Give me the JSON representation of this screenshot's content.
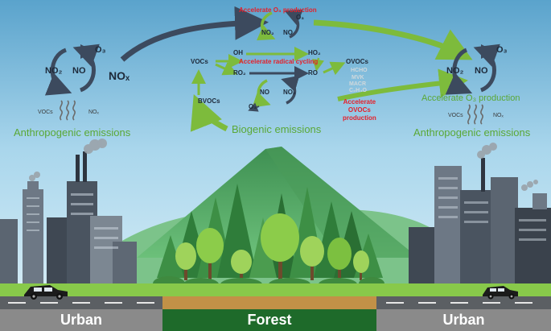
{
  "labels": {
    "accelerate_o3_production_top": "Accelerate O₃ production",
    "accelerate_radical_cycling": "Accelerate radical cycling",
    "accelerate_ovocs_production_1": "Accelerate",
    "accelerate_ovocs_production_2": "OVOCs",
    "accelerate_ovocs_production_3": "production",
    "accelerate_o3_production_right": "Accelerate O₃ production",
    "biogenic_emissions": "Biogenic emissions",
    "anthropogenic_emissions_left": "Anthropogenic emissions",
    "anthropogenic_emissions_right": "Anthropogenic emissions"
  },
  "species": {
    "o3": "O₃",
    "no2": "NO₂",
    "no": "NO",
    "nox": "NOₓ",
    "vocs": "VOCs",
    "nox_small": "NOₓ",
    "oh": "OH",
    "ho2": "HO₂",
    "ro2": "RO₂",
    "ro": "RO",
    "ovocs": "OVOCs",
    "bvocs": "BVOCs",
    "hcho": "HCHO",
    "mvk": "MVK",
    "macr": "MACR",
    "c2h4o": "C₂H₄O"
  },
  "regions": {
    "left": "Urban",
    "center": "Forest",
    "right": "Urban"
  },
  "colors": {
    "sky_top": "#5fa8cf",
    "sky_bottom": "#cfeaf6",
    "arrow_dark": "#3c4a5e",
    "arrow_green": "#7dbb3c",
    "label_red": "#e5202a",
    "bar_urban": "#8a8a8a",
    "bar_forest": "#1e6a2a",
    "mountain": "#4a9a5a"
  }
}
